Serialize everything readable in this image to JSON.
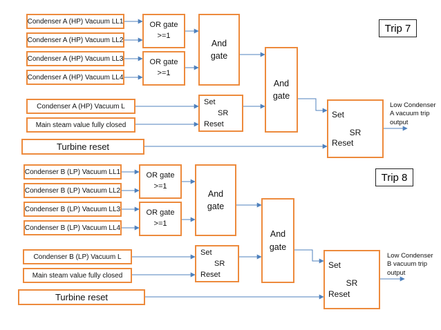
{
  "colors": {
    "box_border": "#ED8A3C",
    "wire": "#4F81BD",
    "text": "#111111"
  },
  "trip7": {
    "title": "Trip 7",
    "inputs": [
      "Condenser A (HP) Vacuum LL1",
      "Condenser A (HP) Vacuum LL2",
      "Condenser A (HP) Vacuum LL3",
      "Condenser A (HP) Vacuum LL4",
      "Condenser A (HP) Vacuum L",
      "Main steam value fully closed",
      "Turbine reset"
    ],
    "or_gate_line1": "OR gate",
    "or_gate_line2": ">=1",
    "and_line1": "And",
    "and_line2": "gate",
    "sr_set": "Set",
    "sr_mid": "SR",
    "sr_reset": "Reset",
    "output": [
      "Low Condenser",
      "A vacuum trip",
      "output"
    ]
  },
  "trip8": {
    "title": "Trip 8",
    "inputs": [
      "Condenser B (LP) Vacuum LL1",
      "Condenser B (LP) Vacuum LL2",
      "Condenser B (LP) Vacuum LL3",
      "Condenser B (LP) Vacuum LL4",
      "Condenser B (LP) Vacuum L",
      "Main steam value fully closed",
      "Turbine reset"
    ],
    "or_gate_line1": "OR gate",
    "or_gate_line2": ">=1",
    "and_line1": "And",
    "and_line2": "gate",
    "sr_set": "Set",
    "sr_mid": "SR",
    "sr_reset": "Reset",
    "output": [
      "Low Condenser",
      "B vacuum trip",
      "output"
    ]
  }
}
